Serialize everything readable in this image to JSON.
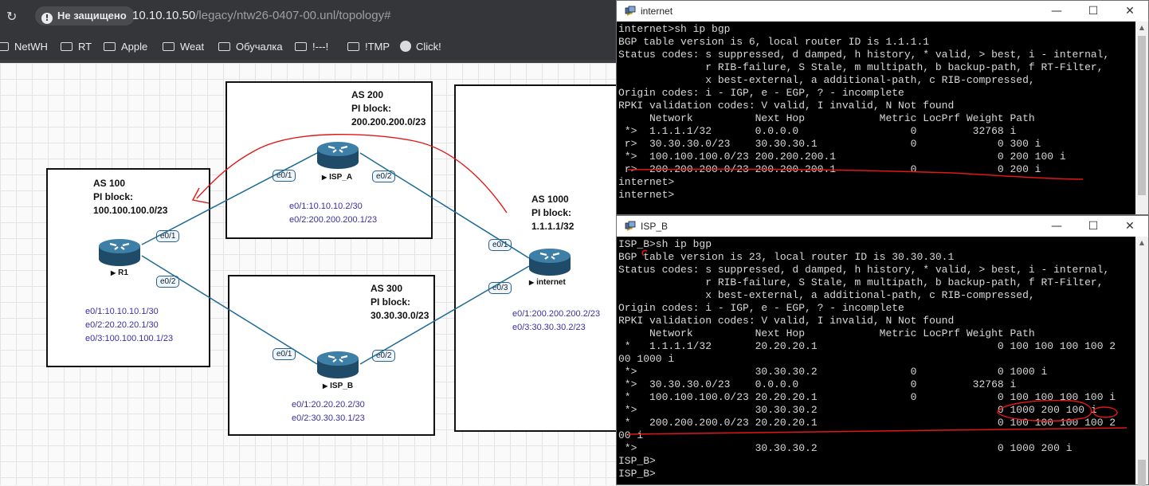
{
  "browser": {
    "security_label": "Не защищено",
    "url_host": "10.10.10.50",
    "url_path": "/legacy/ntw26-0407-00.unl/topology#",
    "bookmarks": [
      "NetWH",
      "RT",
      "Apple",
      "Weat",
      "Обучалка",
      "!---!",
      "!TMP",
      "Click!"
    ]
  },
  "topology": {
    "as_boxes": {
      "as100": {
        "title": "AS 100",
        "pi_label": "PI block:",
        "pi_block": "100.100.100.0/23"
      },
      "as200": {
        "title": "AS 200",
        "pi_label": "PI block:",
        "pi_block": "200.200.200.0/23"
      },
      "as300": {
        "title": "AS 300",
        "pi_label": "PI block:",
        "pi_block": "30.30.30.0/23"
      },
      "as1000": {
        "title": "AS 1000",
        "pi_label": "PI block:",
        "pi_block": "1.1.1.1/32"
      }
    },
    "routers": {
      "r1": {
        "name": "R1",
        "ports": [
          "e0/1",
          "e0/2"
        ],
        "ips": [
          "e0/1:10.10.10.1/30",
          "e0/2:20.20.20.1/30",
          "e0/3:100.100.100.1/23"
        ]
      },
      "isp_a": {
        "name": "ISP_A",
        "ports": [
          "e0/1",
          "e0/2"
        ],
        "ips": [
          "e0/1:10.10.10.2/30",
          "e0/2:200.200.200.1/23"
        ]
      },
      "isp_b": {
        "name": "ISP_B",
        "ports": [
          "e0/1",
          "e0/2"
        ],
        "ips": [
          "e0/1:20.20.20.2/30",
          "e0/2:30.30.30.1/23"
        ]
      },
      "internet": {
        "name": "internet",
        "ports": [
          "e0/1",
          "e0/3"
        ],
        "ips": [
          "e0/1:200.200.200.2/23",
          "e0/3:30.30.30.2/23"
        ]
      }
    }
  },
  "terminal_internet": {
    "title": "internet",
    "lines": [
      "internet>sh ip bgp",
      "BGP table version is 6, local router ID is 1.1.1.1",
      "Status codes: s suppressed, d damped, h history, * valid, > best, i - internal,",
      "              r RIB-failure, S Stale, m multipath, b backup-path, f RT-Filter,",
      "              x best-external, a additional-path, c RIB-compressed,",
      "Origin codes: i - IGP, e - EGP, ? - incomplete",
      "RPKI validation codes: V valid, I invalid, N Not found",
      "",
      "     Network          Next Hop            Metric LocPrf Weight Path",
      " *>  1.1.1.1/32       0.0.0.0                  0         32768 i",
      " r>  30.30.30.0/23    30.30.30.1               0             0 300 i",
      " *>  100.100.100.0/23 200.200.200.1                          0 200 100 i",
      " r>  200.200.200.0/23 200.200.200.1            0             0 200 i",
      "internet>",
      "internet>"
    ]
  },
  "terminal_isp_b": {
    "title": "ISP_B",
    "lines": [
      "ISP_B>sh ip bgp",
      "BGP table version is 23, local router ID is 30.30.30.1",
      "Status codes: s suppressed, d damped, h history, * valid, > best, i - internal,",
      "              r RIB-failure, S Stale, m multipath, b backup-path, f RT-Filter,",
      "              x best-external, a additional-path, c RIB-compressed,",
      "Origin codes: i - IGP, e - EGP, ? - incomplete",
      "RPKI validation codes: V valid, I invalid, N Not found",
      "",
      "     Network          Next Hop            Metric LocPrf Weight Path",
      " *   1.1.1.1/32       20.20.20.1                             0 100 100 100 100 2",
      "00 1000 i",
      " *>                   30.30.30.2               0             0 1000 i",
      " *>  30.30.30.0/23    0.0.0.0                  0         32768 i",
      " *   100.100.100.0/23 20.20.20.1               0             0 100 100 100 100 i",
      " *>                   30.30.30.2                             0 1000 200 100 i",
      " *   200.200.200.0/23 20.20.20.1                             0 100 100 100 100 2",
      "00 i",
      " *>                   30.30.30.2                             0 1000 200 i",
      "ISP_B>",
      "ISP_B>"
    ]
  },
  "window_controls": {
    "minimize": "—",
    "maximize": "☐",
    "close": "✕"
  }
}
